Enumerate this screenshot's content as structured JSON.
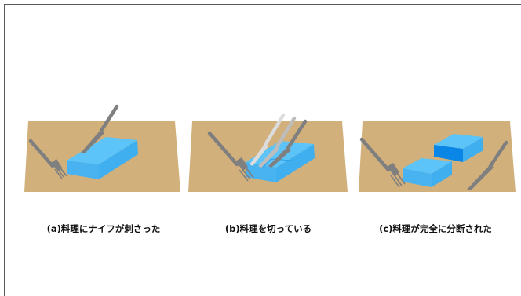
{
  "colors": {
    "table": "#d2b07c",
    "block_top": "#5cc4f8",
    "block_front": "#49b3f1",
    "block_side": "#2d9fe6",
    "block_cut": "#0a86e6",
    "utensil": "#7f7f7f",
    "frame": "#5a5a5a"
  },
  "panels": [
    {
      "id": "a",
      "caption": "(a)料理にナイフが刺さった"
    },
    {
      "id": "b",
      "caption": "(b)料理を切っている"
    },
    {
      "id": "c",
      "caption": "(c)料理が完全に分断された"
    }
  ]
}
